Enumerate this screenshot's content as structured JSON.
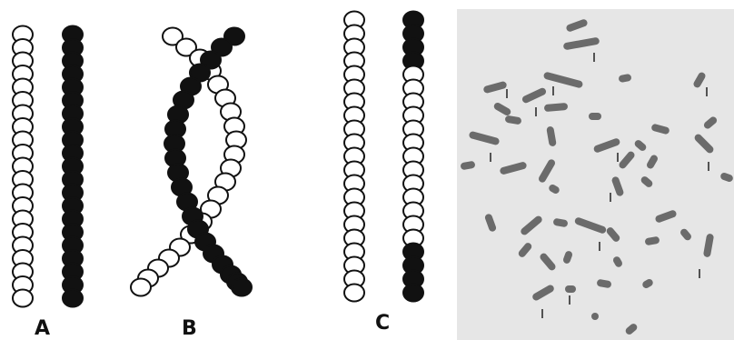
{
  "panels": {
    "a": {
      "label": "A",
      "strand_colors": [
        "#ffffff",
        "#111111"
      ]
    },
    "b": {
      "label": "B",
      "strand_colors": [
        "#ffffff",
        "#111111"
      ]
    },
    "c": {
      "label": "C",
      "left_strand_pattern": "ooooooooooooooooooooo",
      "right_strand_pattern": "ffffoooooooooooooffff"
    }
  },
  "micrograph": {
    "background": "#e6e6e6",
    "chromosome_color": "#555555"
  }
}
